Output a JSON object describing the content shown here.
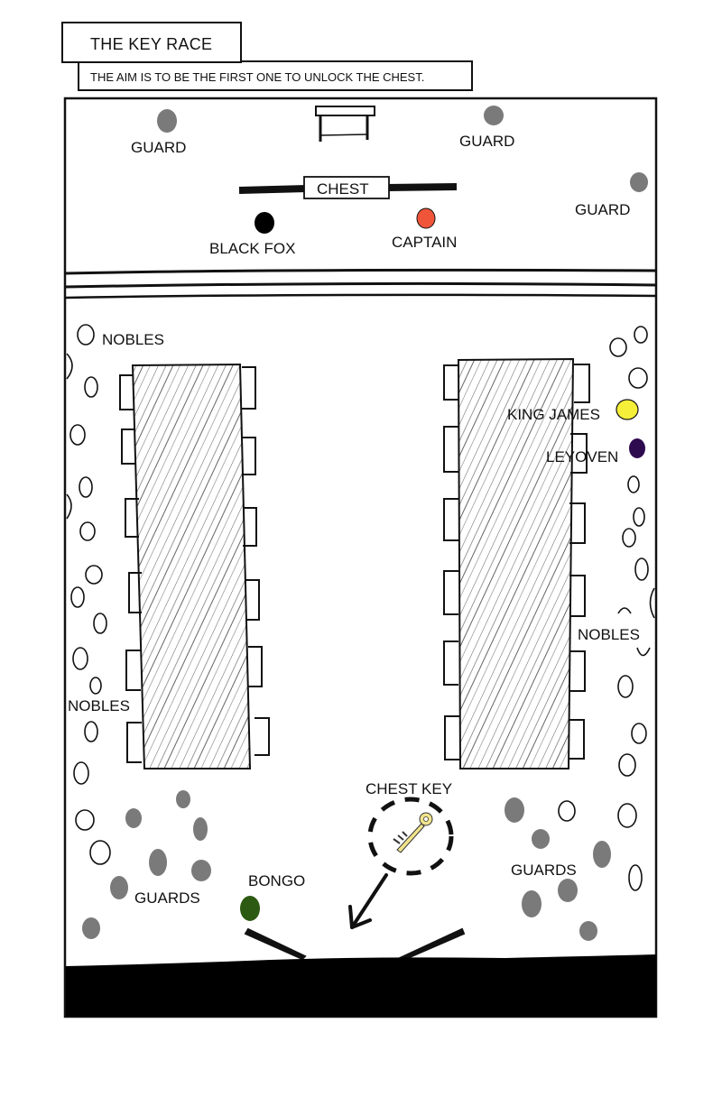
{
  "header": {
    "title": "THE KEY RACE",
    "subtitle": "THE AIM IS TO BE THE FIRST ONE TO UNLOCK THE CHEST."
  },
  "colors": {
    "guard": "#7a7a7a",
    "black_fox": "#000000",
    "captain": "#f0553a",
    "king_james": "#f5ef3a",
    "leyoven": "#2e0a4f",
    "bongo": "#2d5a12",
    "key": "#f0e38c",
    "floor": "#000000"
  },
  "labels": {
    "guard_left": "GUARD",
    "guard_mid": "GUARD",
    "guard_right": "GUARD",
    "chest": "CHEST",
    "black_fox": "BLACK FOX",
    "captain": "CAPTAIN",
    "nobles_top_left": "NOBLES",
    "nobles_bottom_left": "NOBLES",
    "nobles_right": "NOBLES",
    "king_james": "KING JAMES",
    "leyoven": "LEYOVEN",
    "chest_key": "CHEST KEY",
    "bongo": "BONGO",
    "guards_left": "GUARDS",
    "guards_right": "GUARDS"
  }
}
